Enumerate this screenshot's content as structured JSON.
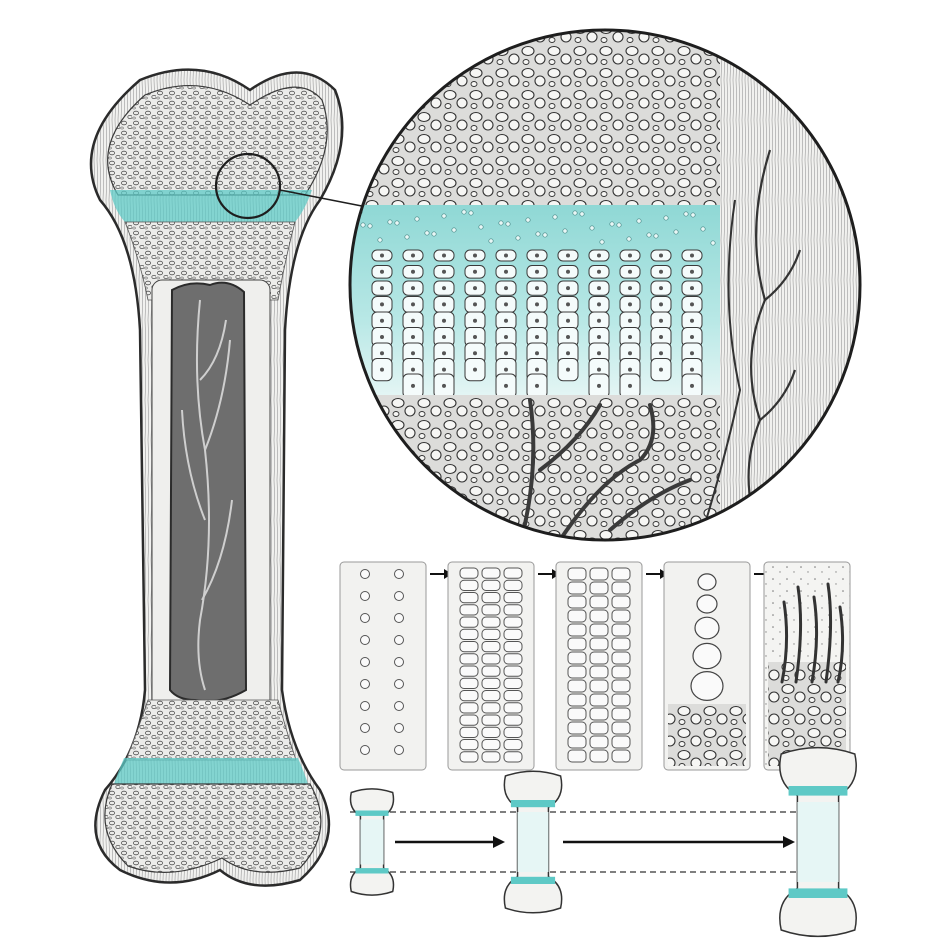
{
  "colors": {
    "background": "#ffffff",
    "ink": "#2b2b2b",
    "bone_fill": "#f3f3f1",
    "spongy_fill": "#e4e4e2",
    "cartilage": "#5ec9c6",
    "cartilage_light": "#b9e8e6",
    "marrow": "#6e6e6e",
    "vessel": "#3a3a3a"
  },
  "icons": {
    "stage_arrow": "right-arrow-icon",
    "growth_arrow": "long-right-arrow-icon",
    "magnifier": "magnifier-circle-icon"
  },
  "stages": [
    {
      "id": "resting",
      "kind": "sparse-cells"
    },
    {
      "id": "proliferating",
      "kind": "stacked-columns"
    },
    {
      "id": "hypertrophic",
      "kind": "enlarged-columns"
    },
    {
      "id": "calcifying",
      "kind": "swollen-cells-matrix"
    },
    {
      "id": "ossifying",
      "kind": "vessels-trabeculae"
    }
  ],
  "growth_sequence": [
    {
      "id": "small-bone",
      "relative_size": 0.45
    },
    {
      "id": "medium-bone",
      "relative_size": 0.6
    },
    {
      "id": "large-bone",
      "relative_size": 0.8
    }
  ]
}
